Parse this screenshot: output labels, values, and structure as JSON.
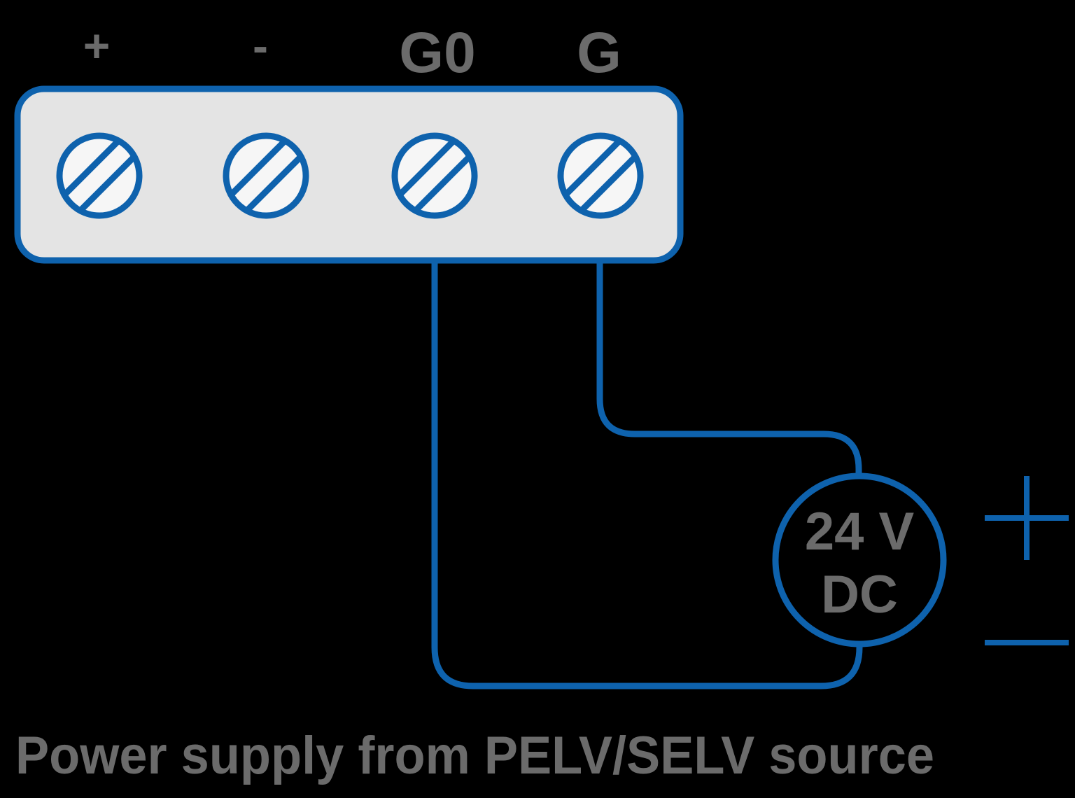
{
  "colors": {
    "blue": "#0E62AD",
    "gray": "#6B6B6B",
    "blockfill": "#E4E4E4",
    "screwfill": "#F6F6F6",
    "bg": "#000000"
  },
  "terminal_block": {
    "labels": [
      "+",
      "-",
      "G0",
      "G"
    ],
    "screw_icon": "screw-head-icon"
  },
  "power_source": {
    "label_line1": "24 V",
    "label_line2": "DC",
    "polarity_positive_icon": "plus-icon",
    "polarity_negative_icon": "minus-icon"
  },
  "caption": "Power supply from PELV/SELV source"
}
